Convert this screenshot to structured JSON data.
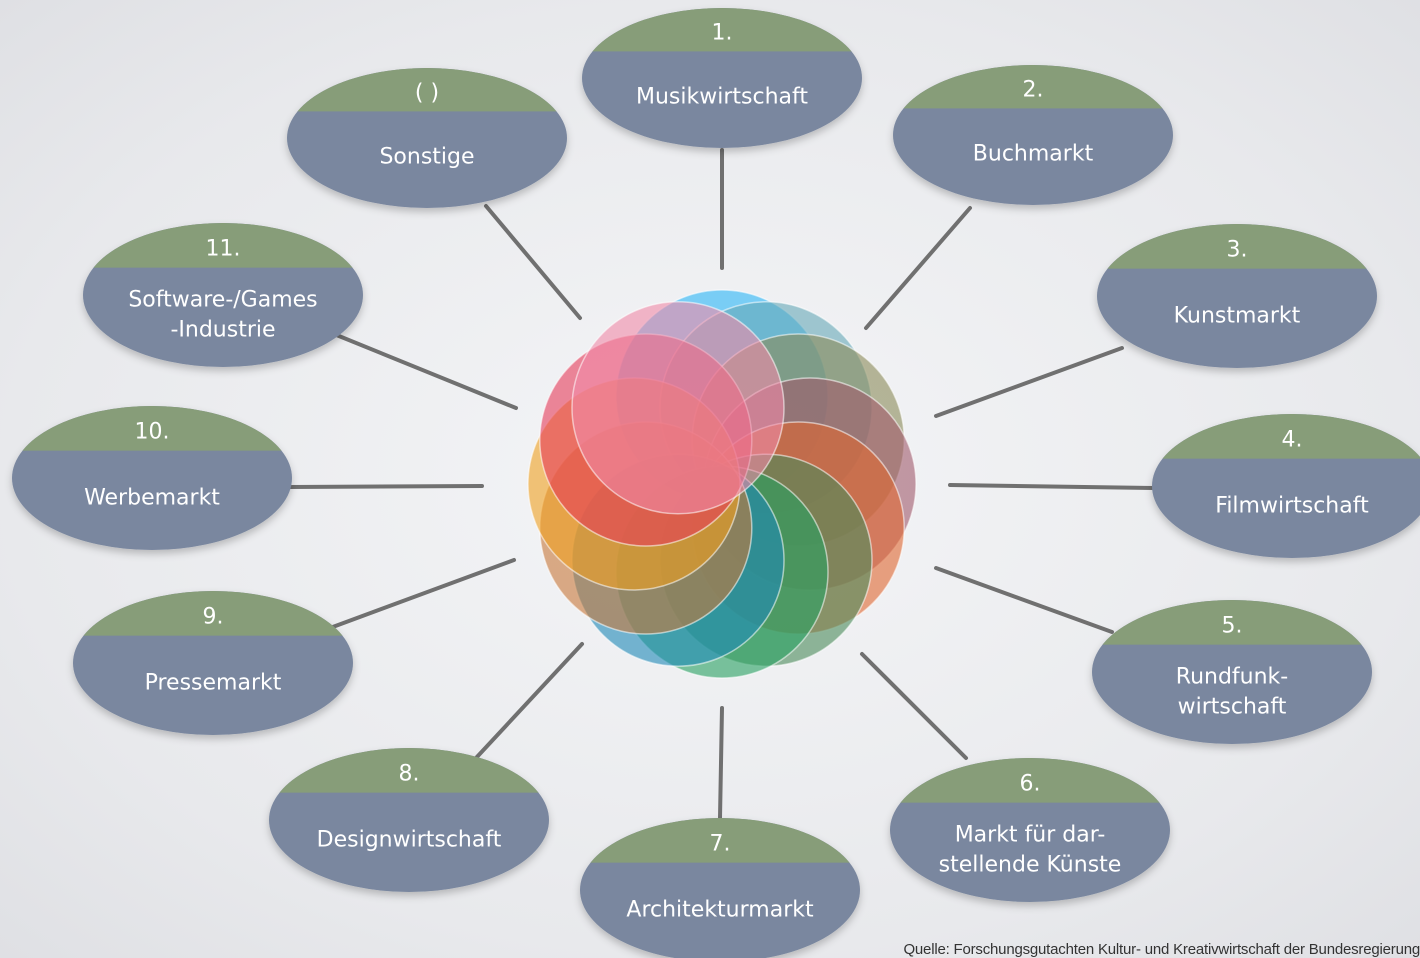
{
  "nodes": [
    {
      "id": "musikwirtschaft",
      "number": "1.",
      "label": [
        "Musikwirtschaft"
      ]
    },
    {
      "id": "buchmarkt",
      "number": "2.",
      "label": [
        "Buchmarkt"
      ]
    },
    {
      "id": "kunstmarkt",
      "number": "3.",
      "label": [
        "Kunstmarkt"
      ]
    },
    {
      "id": "filmwirtschaft",
      "number": "4.",
      "label": [
        "Filmwirtschaft"
      ]
    },
    {
      "id": "rundfunkwirtschaft",
      "number": "5.",
      "label": [
        "Rundfunk-",
        "wirtschaft"
      ]
    },
    {
      "id": "darstellende-kuenste",
      "number": "6.",
      "label": [
        "Markt für dar-",
        "stellende Künste"
      ]
    },
    {
      "id": "architekturmarkt",
      "number": "7.",
      "label": [
        "Architekturmarkt"
      ]
    },
    {
      "id": "designwirtschaft",
      "number": "8.",
      "label": [
        "Designwirtschaft"
      ]
    },
    {
      "id": "pressemarkt",
      "number": "9.",
      "label": [
        "Pressemarkt"
      ]
    },
    {
      "id": "werbemarkt",
      "number": "10.",
      "label": [
        "Werbemarkt"
      ]
    },
    {
      "id": "software-games",
      "number": "11.",
      "label": [
        "Software-/Games",
        "-Industrie"
      ]
    },
    {
      "id": "sonstige",
      "number": "( )",
      "label": [
        "Sonstige"
      ]
    }
  ],
  "source": "Quelle: Forschungsgutachten Kultur- und Kreativwirtschaft der Bundesregierung",
  "colors": {
    "node_top": "#879d79",
    "node_body": "#7a879f",
    "connector": "#707070",
    "petals": [
      "#29b6f6",
      "#66a8b8",
      "#8a8a58",
      "#a05a6a",
      "#e06830",
      "#4a8a5a",
      "#26a060",
      "#1e88b8",
      "#c87838",
      "#f0a020",
      "#e63a58",
      "#f08aa8"
    ]
  }
}
